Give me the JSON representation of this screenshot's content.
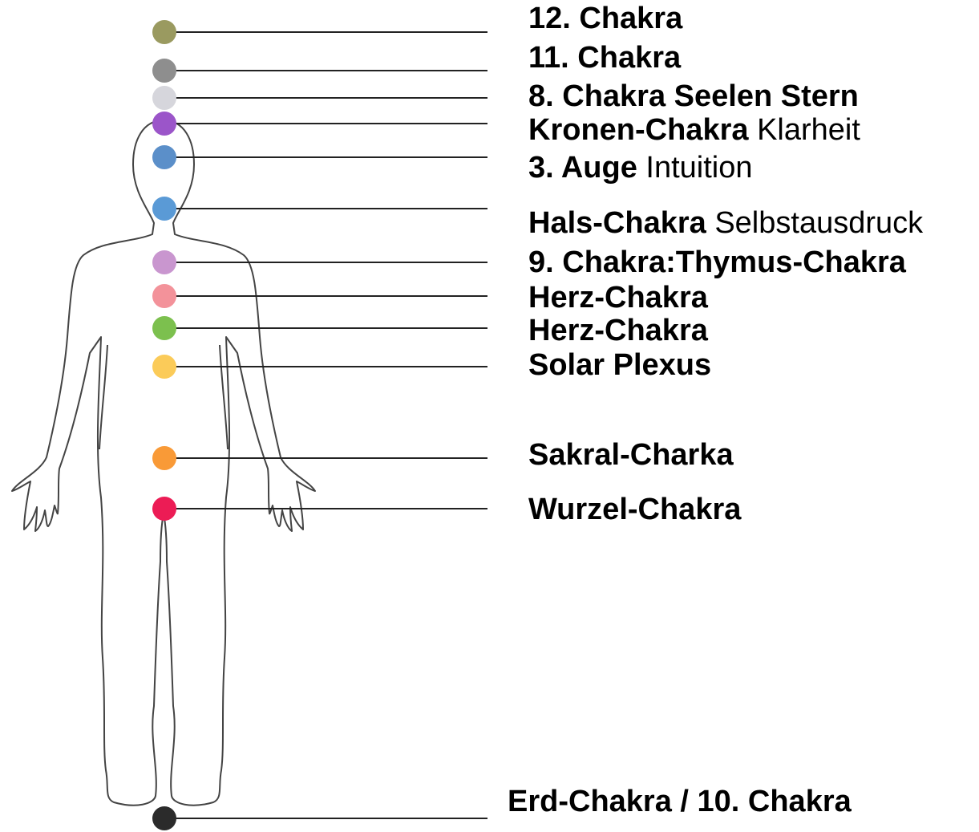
{
  "chakras": [
    {
      "id": "chakra-12",
      "name": "12. Chakra",
      "meaning": "",
      "color": "#9a9a60"
    },
    {
      "id": "chakra-11",
      "name": "11. Chakra",
      "meaning": "",
      "color": "#8e8e8e"
    },
    {
      "id": "chakra-8",
      "name": "8. Chakra Seelen Stern",
      "meaning": "",
      "color": "#d6d6dc"
    },
    {
      "id": "crown-chakra",
      "name": "Kronen-Chakra",
      "meaning": "Klarheit",
      "color": "#9b55c9"
    },
    {
      "id": "third-eye",
      "name": "3. Auge",
      "meaning": "Intuition",
      "color": "#5b8fc9"
    },
    {
      "id": "throat-chakra",
      "name": "Hals-Chakra",
      "meaning": "Selbstausdruck",
      "color": "#5a9ad6"
    },
    {
      "id": "chakra-9-thymus",
      "name": "9. Chakra:Thymus-Chakra",
      "meaning": "",
      "color": "#c996cf"
    },
    {
      "id": "heart-chakra-pink",
      "name": "Herz-Chakra",
      "meaning": "",
      "color": "#f3929a"
    },
    {
      "id": "heart-chakra-green",
      "name": "Herz-Chakra",
      "meaning": "",
      "color": "#7cc04e"
    },
    {
      "id": "solar-plexus",
      "name": "Solar Plexus",
      "meaning": "",
      "color": "#fbcb59"
    },
    {
      "id": "sacral-chakra",
      "name": "Sakral-Charka",
      "meaning": "",
      "color": "#f99a37"
    },
    {
      "id": "root-chakra",
      "name": "Wurzel-Chakra",
      "meaning": "",
      "color": "#ec1c55"
    },
    {
      "id": "earth-chakra",
      "name": "Erd-Chakra / 10. Chakra",
      "meaning": "",
      "color": "#2b2b2b"
    }
  ]
}
